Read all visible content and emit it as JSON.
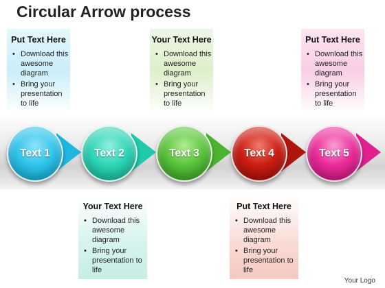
{
  "title": "Circular Arrow process",
  "logo": "Your Logo",
  "colors": {
    "step1": "#29c3ea",
    "step2": "#27d6b8",
    "step3": "#57c43a",
    "step4": "#c8180f",
    "step5": "#ec2b9a"
  },
  "steps": [
    {
      "label": "Text 1"
    },
    {
      "label": "Text 2"
    },
    {
      "label": "Text 3"
    },
    {
      "label": "Text 4"
    },
    {
      "label": "Text 5"
    }
  ],
  "boxes": [
    {
      "heading": "Put Text Here",
      "bullets": [
        "Download this awesome diagram",
        "Bring your presentation to life"
      ]
    },
    {
      "heading": "Your Text Here",
      "bullets": [
        "Download this awesome diagram",
        "Bring your presentation to life"
      ]
    },
    {
      "heading": "Your Text Here",
      "bullets": [
        "Download this awesome diagram",
        "Bring your presentation to life"
      ]
    },
    {
      "heading": "Put Text Here",
      "bullets": [
        "Download this awesome diagram",
        "Bring your presentation to life"
      ]
    },
    {
      "heading": "Put Text Here",
      "bullets": [
        "Download this awesome diagram",
        "Bring your presentation to life"
      ]
    }
  ]
}
